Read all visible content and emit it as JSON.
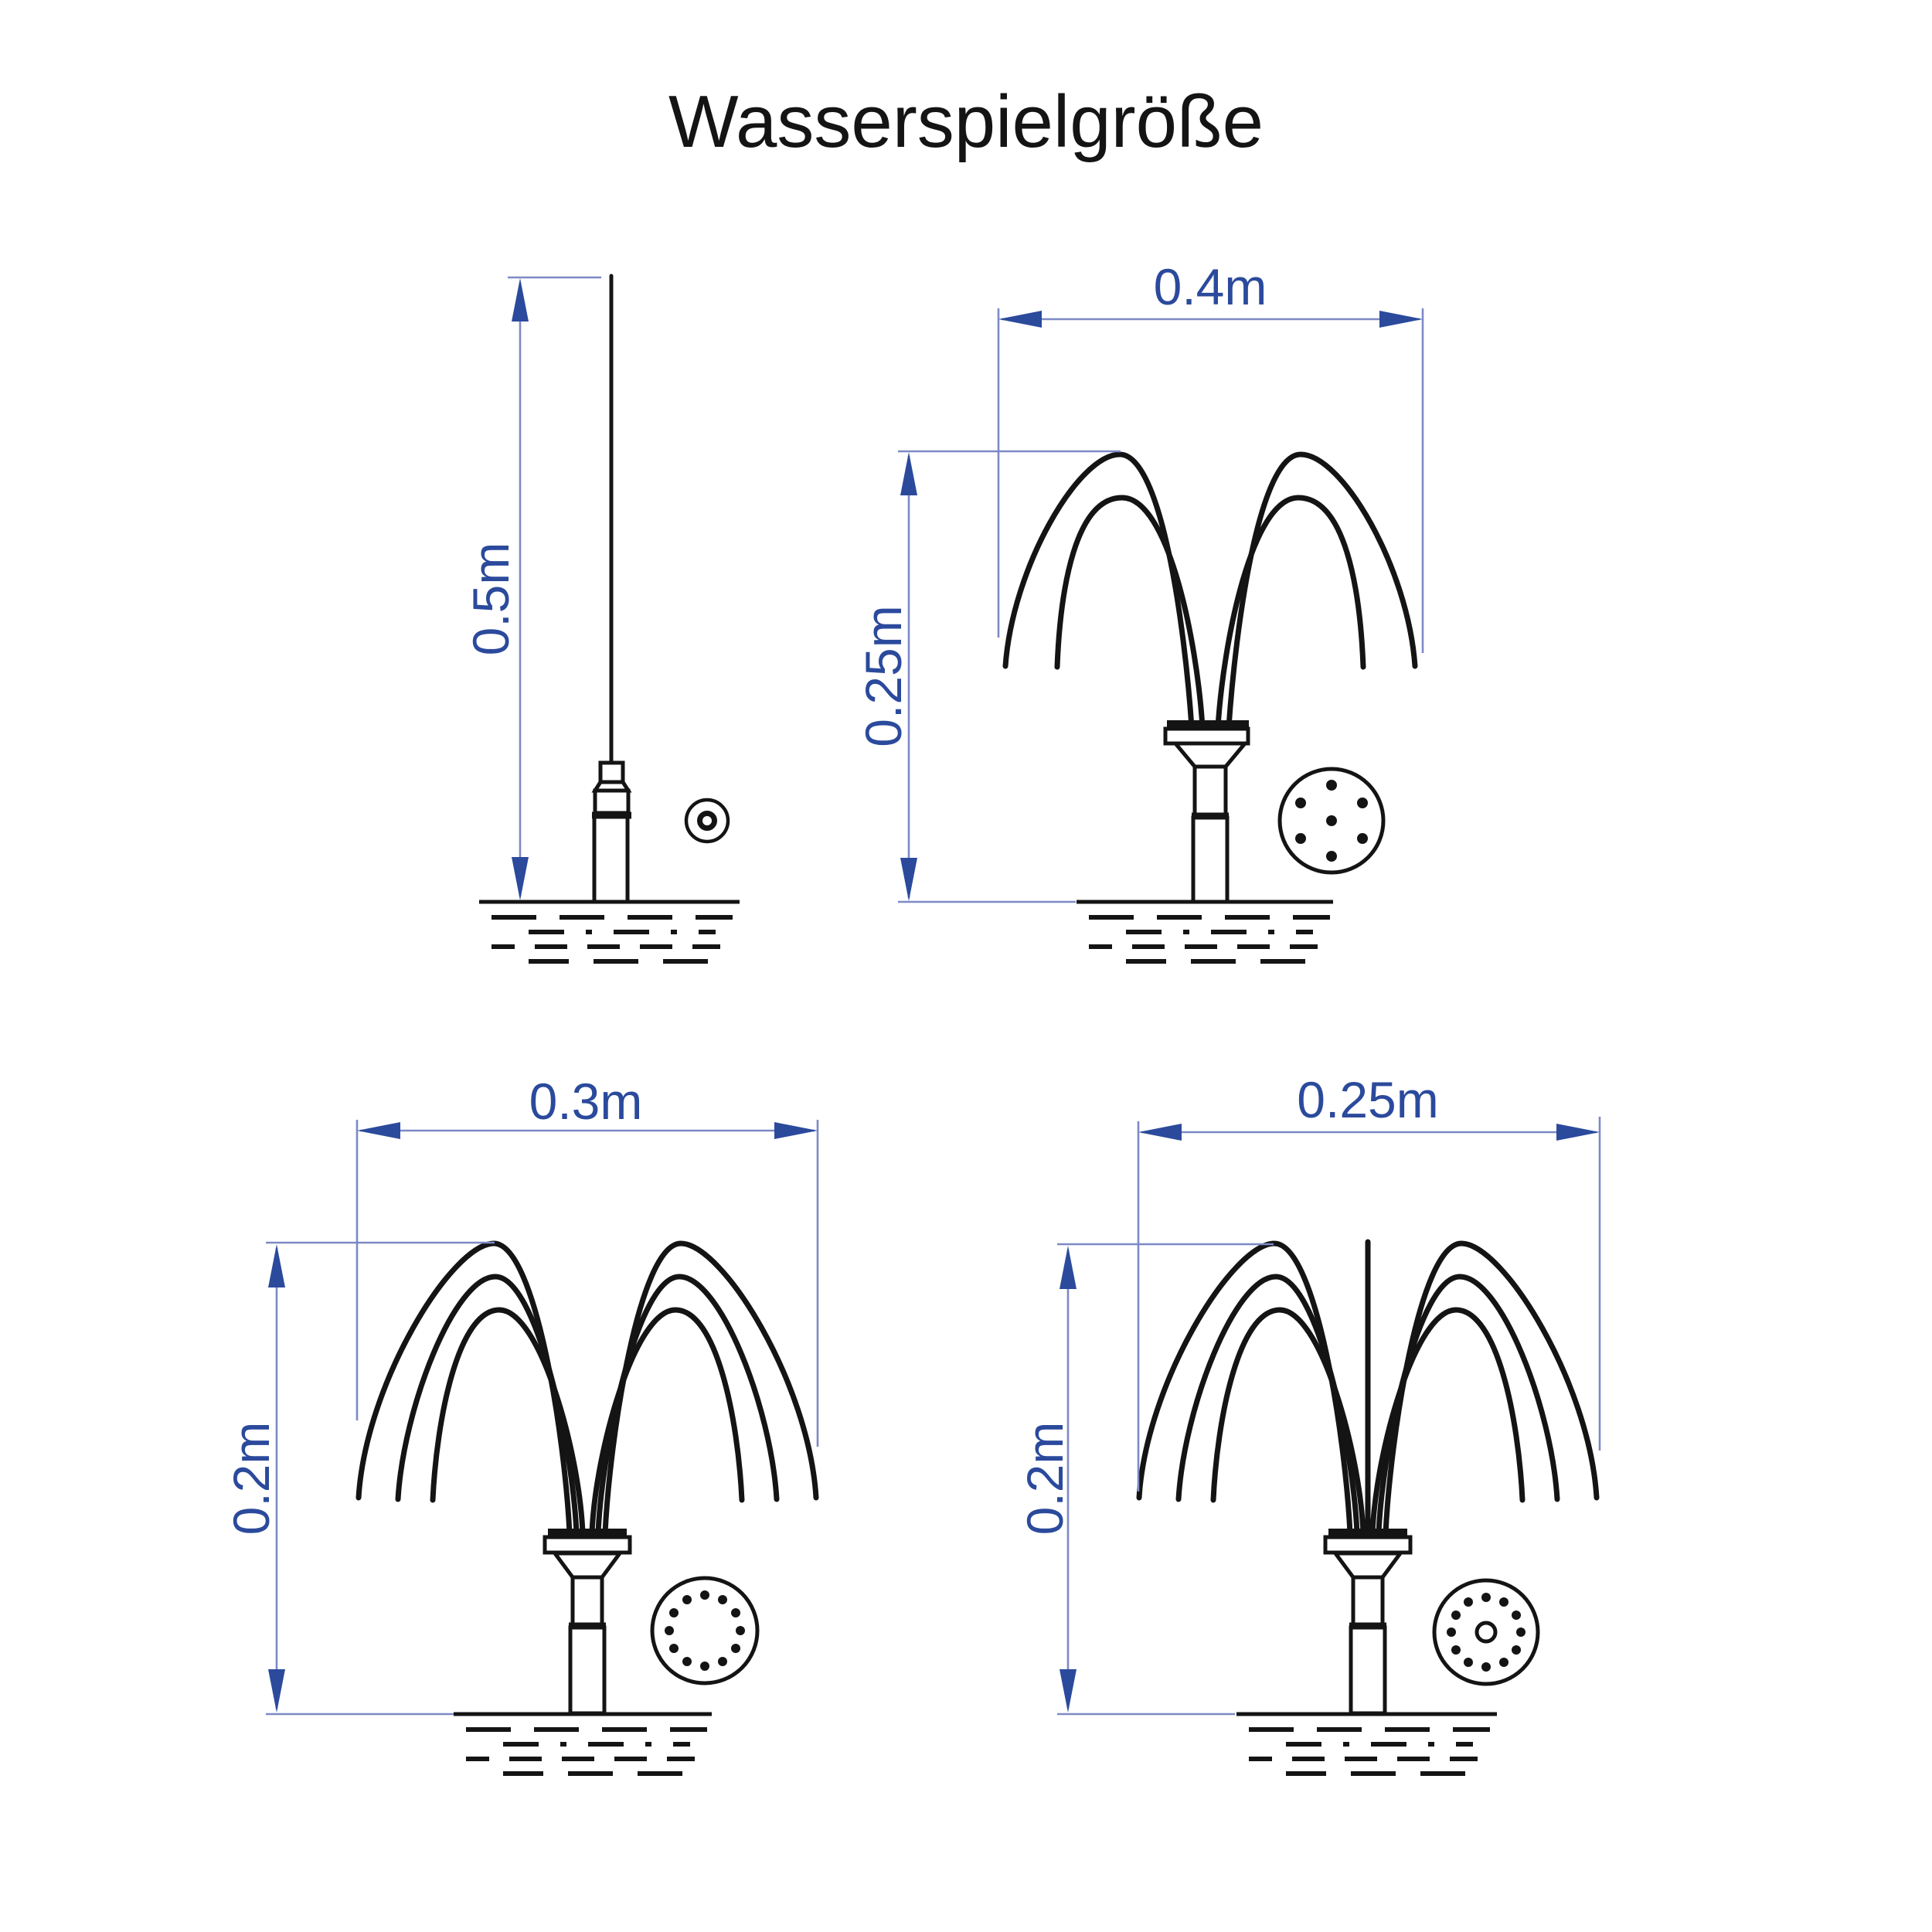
{
  "diagram": {
    "title": "Wasserspielgröße",
    "colors": {
      "dimension_accent": "#2b4a9c",
      "dimension_line": "#7d89c6",
      "linework": "#141414",
      "background": "#ffffff"
    },
    "fountains": [
      {
        "position": "top-left",
        "type": "single-jet",
        "spray_pattern": "1 vertical jet",
        "nozzle_top_view": "single center hole",
        "height": "0.5m"
      },
      {
        "position": "top-right",
        "type": "double-arc",
        "spray_pattern": "2 arcs per side",
        "nozzle_top_view": "6 holes around 1 center hole",
        "width": "0.4m",
        "height": "0.25m"
      },
      {
        "position": "bottom-left",
        "type": "triple-arc",
        "spray_pattern": "3 arcs per side",
        "nozzle_top_view": "12 holes in a ring",
        "width": "0.3m",
        "height": "0.2m"
      },
      {
        "position": "bottom-right",
        "type": "triple-arc-center-jet",
        "spray_pattern": "3 arcs per side + center jet",
        "nozzle_top_view": "12 holes in a ring + open center hole",
        "width": "0.25m",
        "height": "0.2m"
      }
    ]
  }
}
